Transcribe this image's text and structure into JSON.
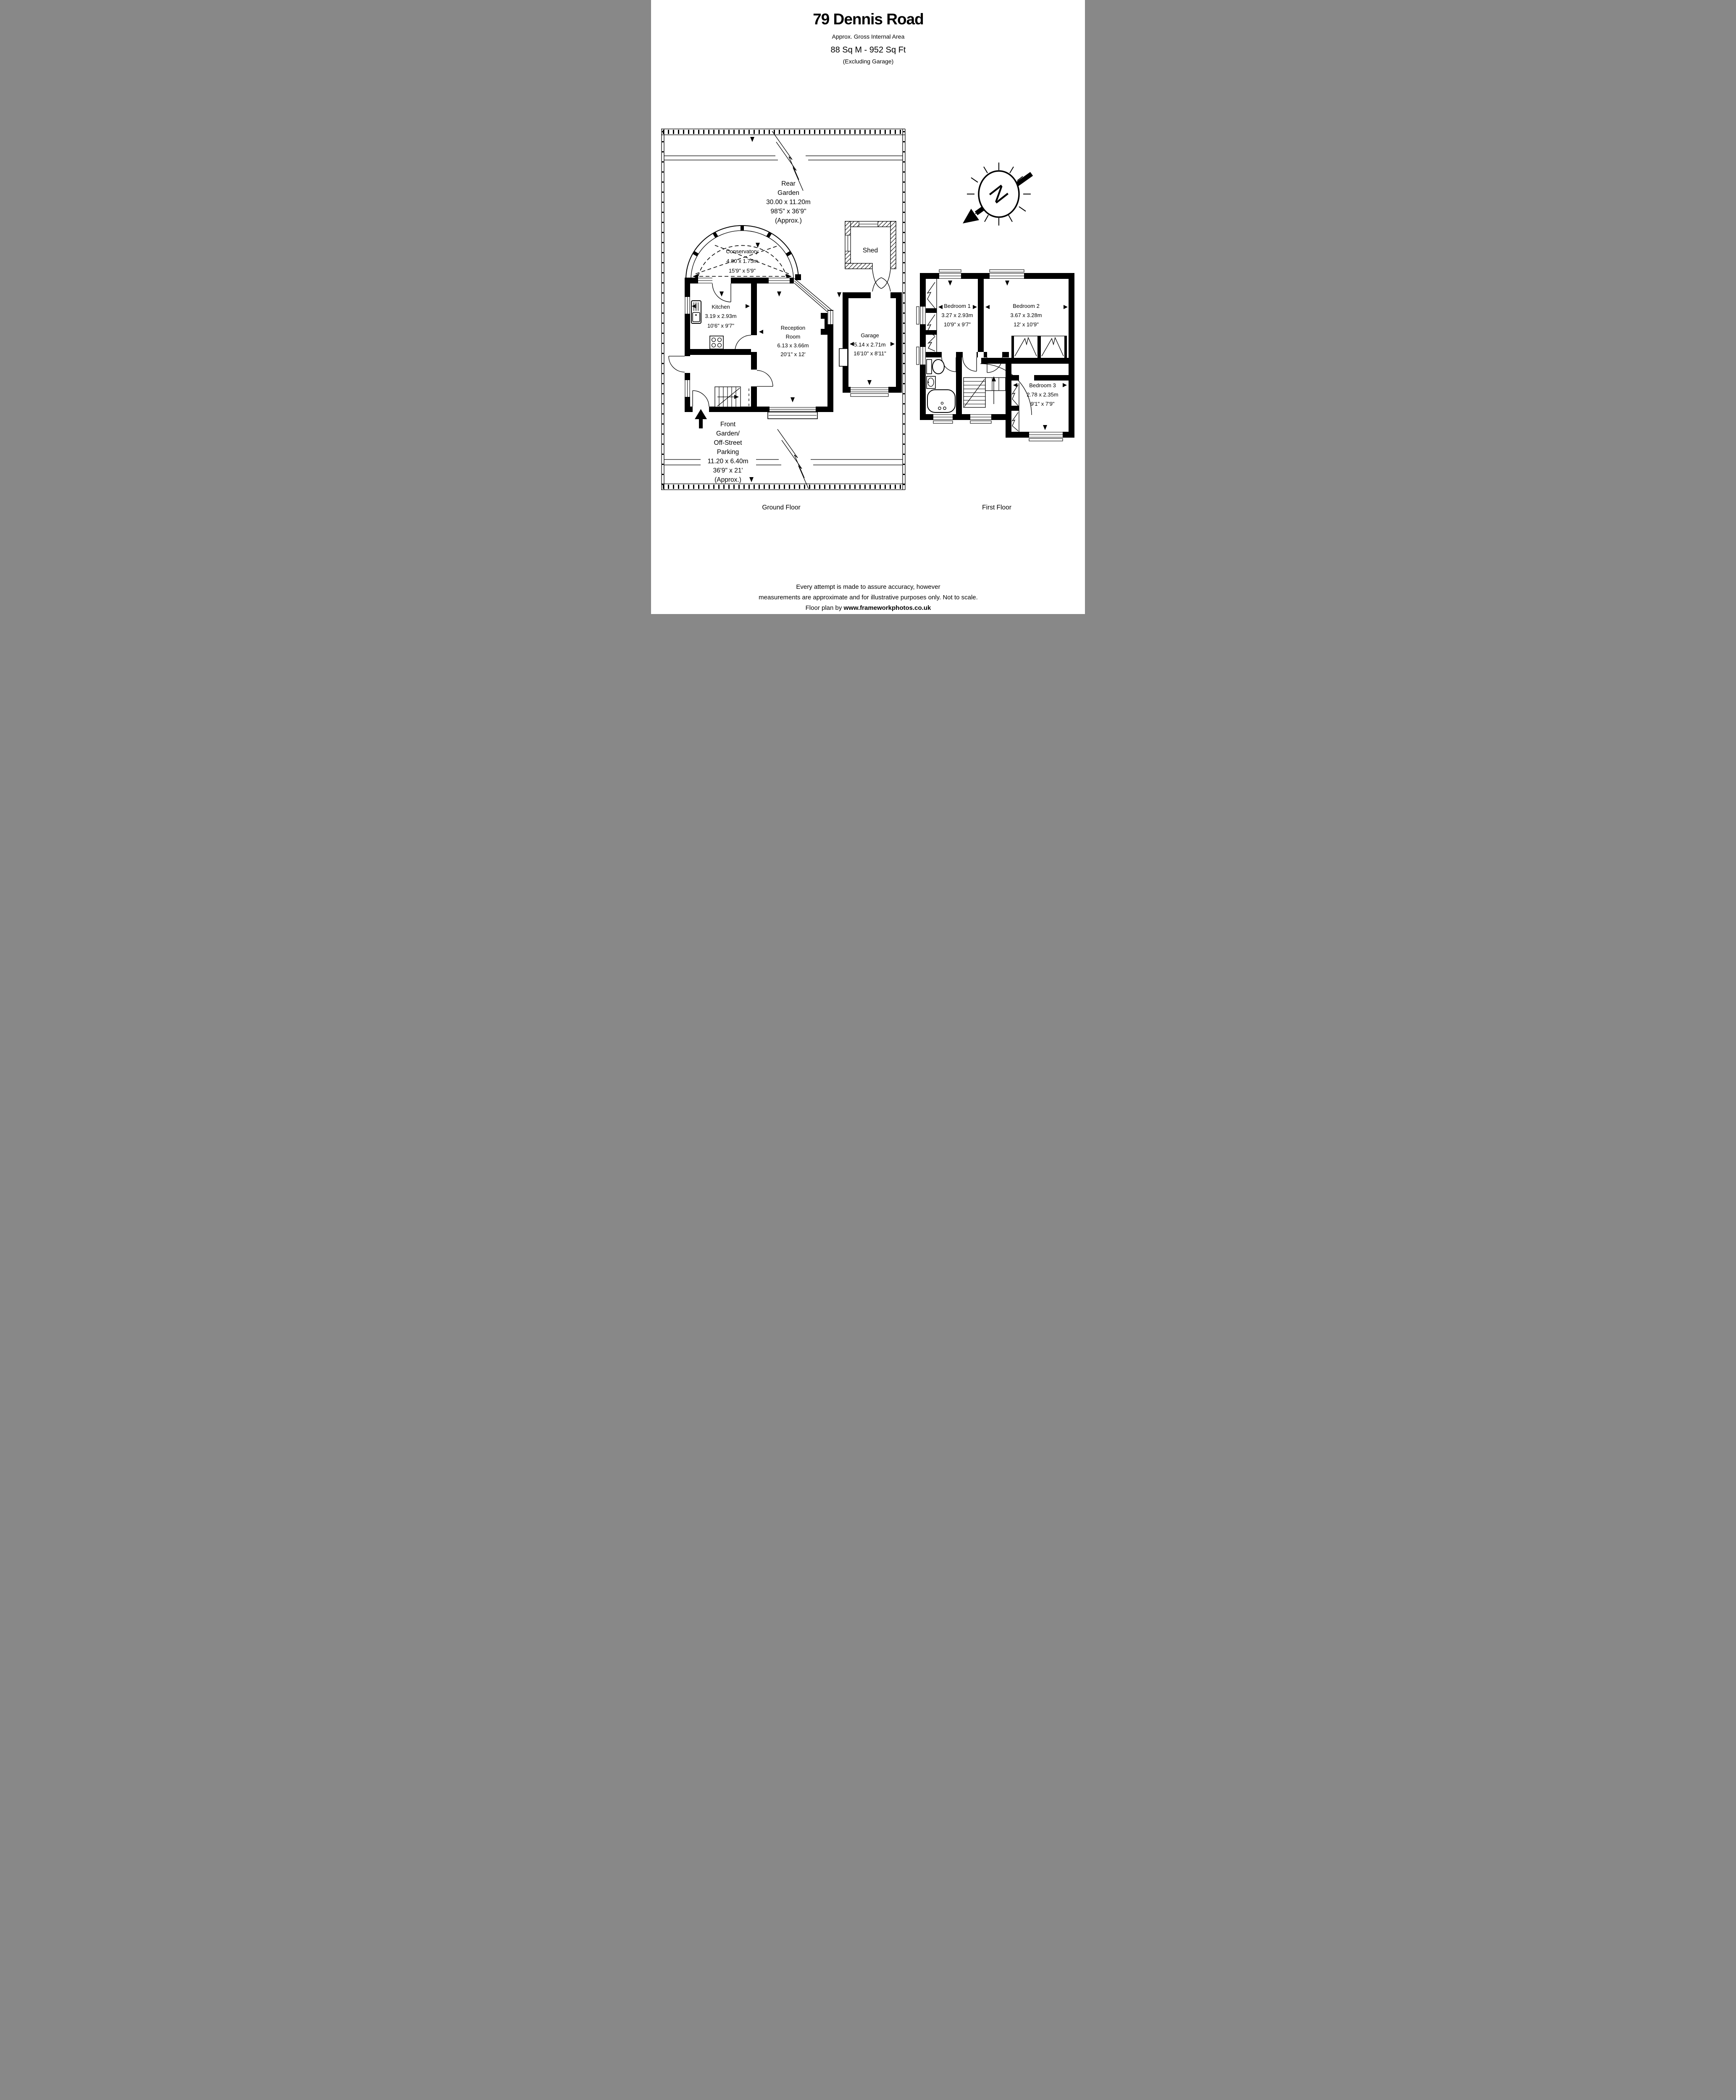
{
  "title": {
    "address": "79 Dennis Road",
    "subtitle": "Approx. Gross Internal Area",
    "area": "88 Sq M  -  952 Sq Ft",
    "note": "(Excluding Garage)"
  },
  "compass": {
    "letter": "N"
  },
  "floors": {
    "ground_label": "Ground Floor",
    "first_label": "First Floor"
  },
  "rooms": {
    "rear_garden": {
      "line1": "Rear",
      "line2": "Garden",
      "metric": "30.00 x 11.20m",
      "imperial": "98'5\" x 36'9\"",
      "approx": "(Approx.)"
    },
    "conservatory": {
      "name": "Conservatory",
      "metric": "4.80 x 1.75m",
      "imperial": "15'9\" x 5'9\""
    },
    "shed": {
      "name": "Shed"
    },
    "kitchen": {
      "name": "Kitchen",
      "metric": "3.19 x 2.93m",
      "imperial": "10'6\" x 9'7\""
    },
    "reception": {
      "line1": "Reception",
      "line2": "Room",
      "metric": "6.13 x 3.66m",
      "imperial": "20'1\" x 12'"
    },
    "garage": {
      "name": "Garage",
      "metric": "5.14 x 2.71m",
      "imperial": "16'10\" x 8'11\""
    },
    "front_garden": {
      "line1": "Front",
      "line2": "Garden/",
      "line3": "Off-Street",
      "line4": "Parking",
      "metric": "11.20 x 6.40m",
      "imperial": "36'9\" x 21'",
      "approx": "(Approx.)"
    },
    "bedroom1": {
      "name": "Bedroom 1",
      "metric": "3.27 x 2.93m",
      "imperial": "10'9\" x 9'7\""
    },
    "bedroom2": {
      "name": "Bedroom 2",
      "metric": "3.67 x 3.28m",
      "imperial": "12' x 10'9\""
    },
    "bedroom3": {
      "name": "Bedroom 3",
      "metric": "2.78 x 2.35m",
      "imperial": "9'1\" x 7'9\""
    }
  },
  "footer": {
    "line1": "Every attempt is made to assure accuracy, however",
    "line2": "measurements are approximate and for illustrative purposes only. Not to scale.",
    "line3_prefix": "Floor plan by  ",
    "line3_url": "www.frameworkphotos.co.uk"
  },
  "colors": {
    "ink": "#000000",
    "paper": "#ffffff"
  }
}
